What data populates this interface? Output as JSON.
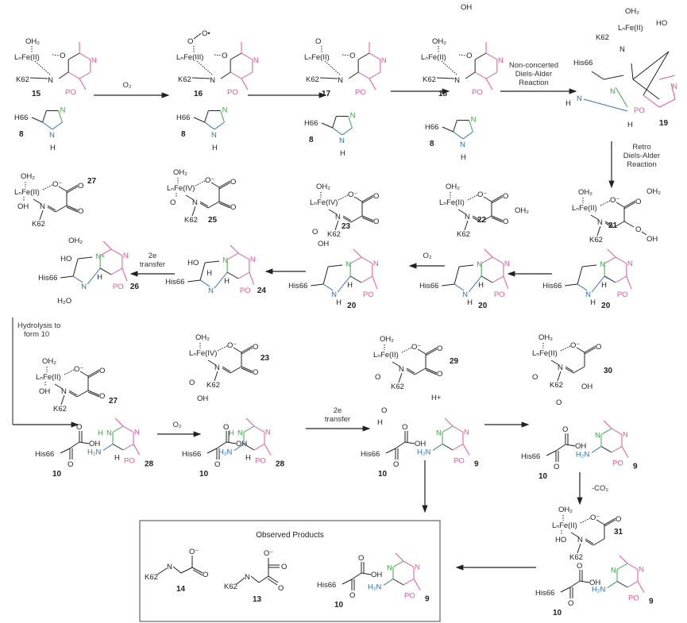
{
  "frag": {
    "fe2": "LₙFe(II)",
    "fe3": "LₙFe(III)",
    "fe4": "LₙFe(IV)",
    "oh2": "OH₂",
    "k62": "K62",
    "po": "PO",
    "n": "N",
    "nplus": "N+",
    "h": "H",
    "h66": "H66",
    "his66": "His66",
    "oh": "OH",
    "o": "O",
    "ominus": "O⁻",
    "orad": "O•",
    "ho": "HO",
    "h2n": "H₂N",
    "h2o": "H₂O",
    "hplus": "H+"
  },
  "compounds": {
    "c8": "8",
    "c9": "9",
    "c10": "10",
    "c13": "13",
    "c14": "14",
    "c15": "15",
    "c16": "16",
    "c17": "17",
    "c18": "18",
    "c19": "19",
    "c20": "20",
    "c21": "21",
    "c22": "22",
    "c23": "23",
    "c24": "24",
    "c25": "25",
    "c26": "26",
    "c27": "27",
    "c28": "28",
    "c29": "29",
    "c30": "30",
    "c31": "31"
  },
  "arrows": {
    "o2": "O₂",
    "da": [
      "Non-concerted",
      "Diels-Alder",
      "Reaction"
    ],
    "rda": [
      "Retro",
      "Diels-Alder",
      "Reaction"
    ],
    "e2": [
      "2e",
      "transfer"
    ],
    "hydrolysis": [
      "Hydrolysis to",
      "form  10"
    ],
    "co2": "-CO₂"
  },
  "box_title": "Observed Products",
  "colors": {
    "pink": "#e8559a",
    "green": "#3fa84a",
    "blue": "#2f6fc4",
    "black": "#222222"
  }
}
